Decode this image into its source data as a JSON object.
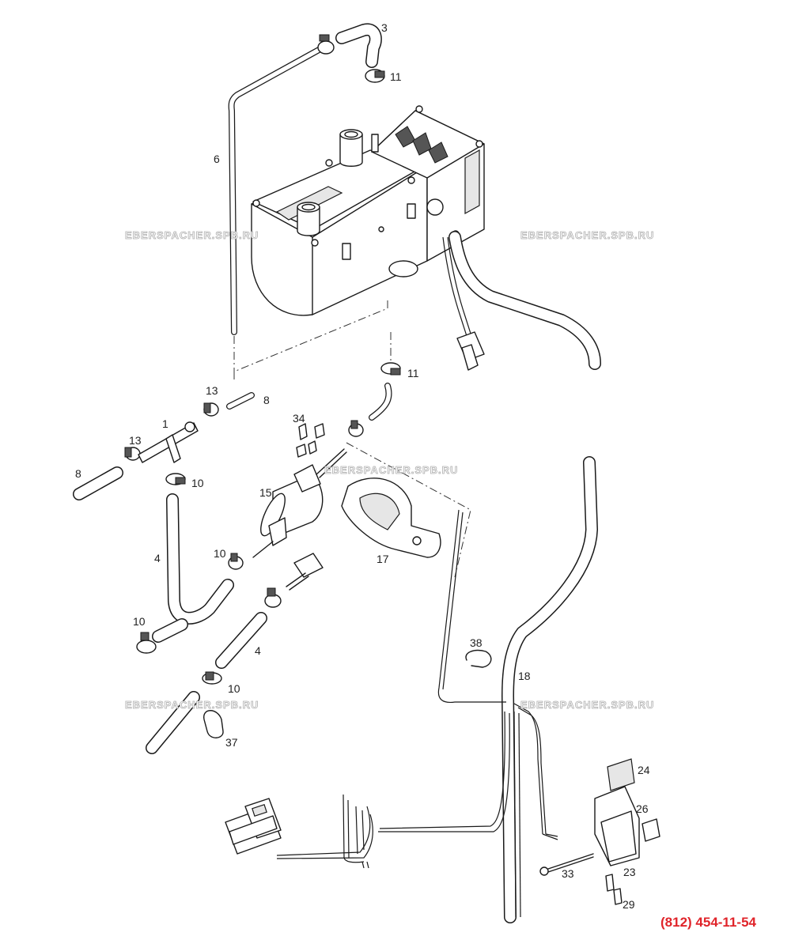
{
  "diagram": {
    "labels": {
      "l3": "3",
      "l11a": "11",
      "l6": "6",
      "l11b": "11",
      "l13a": "13",
      "l8a": "8",
      "l34": "34",
      "l1": "1",
      "l13b": "13",
      "l8b": "8",
      "l10a": "10",
      "l15": "15",
      "l4a": "4",
      "l10b": "10",
      "l17": "17",
      "l10c": "10",
      "l4b": "4",
      "l10d": "10",
      "l38": "38",
      "l18": "18",
      "l37": "37",
      "l24": "24",
      "l26": "26",
      "l33": "33",
      "l23": "23",
      "l29": "29"
    },
    "watermarks": {
      "w1": "EBERSPACHER.SPB.RU",
      "w2": "EBERSPACHER.SPB.RU",
      "w3": "EBERSPACHER.SPB.RU",
      "w4": "EBERSPACHER.SPB.RU",
      "w5": "EBERSPACHER.SPB.RU"
    },
    "phone": "(812) 454-11-54"
  },
  "colors": {
    "line": "#1a1a1a",
    "phone": "#e0242a",
    "watermark": "#b0b0b0"
  }
}
